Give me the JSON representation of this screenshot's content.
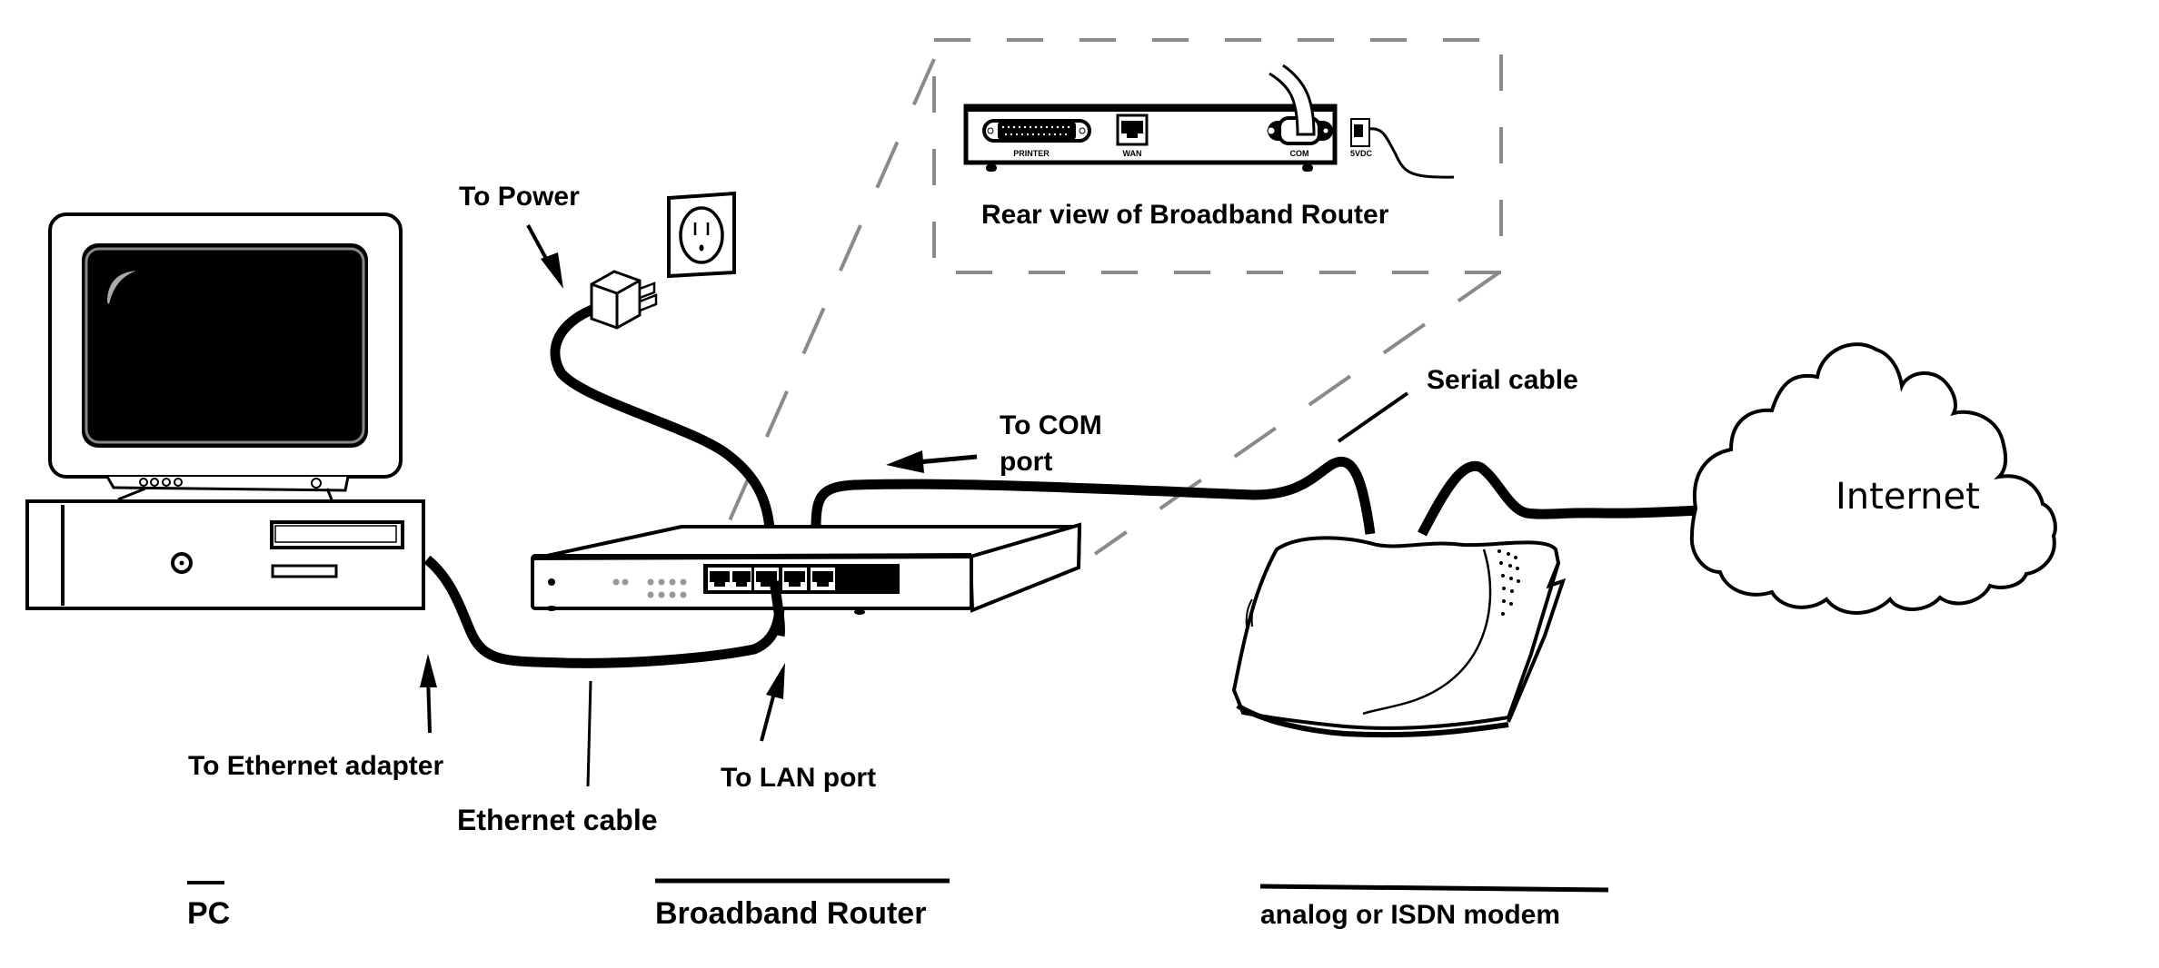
{
  "diagram": {
    "title": "Broadband router connection diagram",
    "colors": {
      "ink": "#000000",
      "dash": "#8a8a8a",
      "screen_bezel": "#888888",
      "led": "#999999",
      "background": "#ffffff"
    },
    "labels": {
      "to_power": "To Power",
      "rear_view": "Rear view of Broadband Router",
      "to_com_line1": "To COM",
      "to_com_line2": "port",
      "serial_cable": "Serial cable",
      "internet": "Internet",
      "to_ethernet_adapter": "To Ethernet adapter",
      "ethernet_cable": "Ethernet cable",
      "to_lan_port": "To LAN port"
    },
    "rear_ports": {
      "printer": "PRINTER",
      "wan": "WAN",
      "com": "COM",
      "power": "5VDC"
    },
    "captions": {
      "pc": "PC",
      "router": "Broadband Router",
      "modem": "analog or ISDN modem"
    },
    "router_front": {
      "lan_port_count": 4,
      "led_rows": 2
    }
  }
}
